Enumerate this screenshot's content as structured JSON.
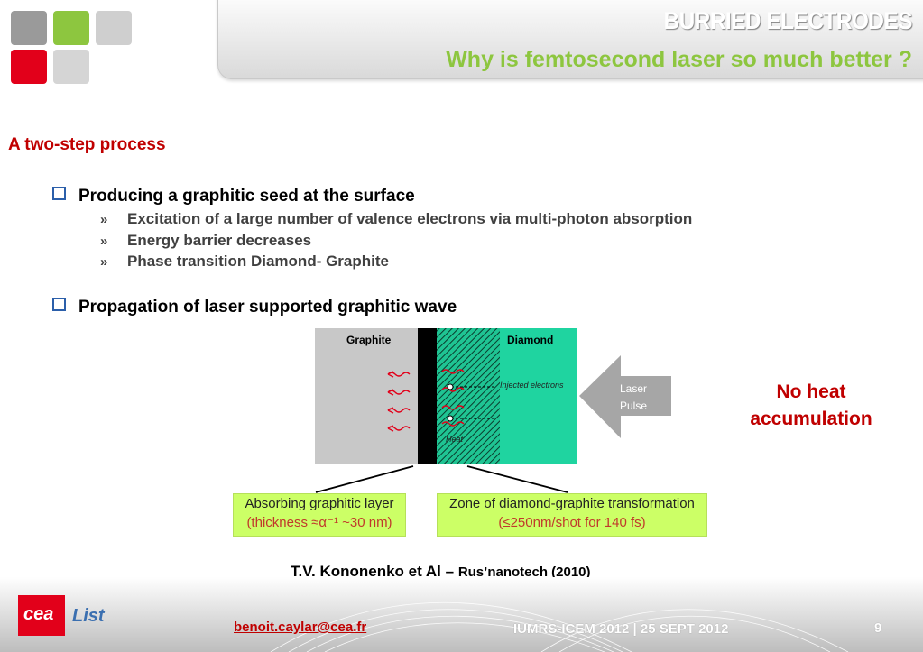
{
  "header": {
    "title": "BURRIED ELECTRODES",
    "subtitle": "Why is femtosecond laser so much better ?"
  },
  "section_title": "A two-step process",
  "bullets": [
    {
      "text": "Producing a graphitic seed at the surface",
      "sub": [
        "Excitation of a large number of valence electrons via multi-photon absorption",
        "Energy barrier decreases",
        "Phase transition Diamond- Graphite"
      ]
    },
    {
      "text": "Propagation of laser supported graphitic wave"
    }
  ],
  "sub_marker": "»",
  "figure": {
    "graphite_label": "Graphite",
    "diamond_label": "Diamond",
    "injected_label": "Injected electrons",
    "heat_label": "Heat",
    "laser_label_1": "Laser",
    "laser_label_2": "Pulse",
    "box_left_line1": "Absorbing graphitic layer",
    "box_left_line2": "(thickness ≈α⁻¹ ~30 nm)",
    "box_right_line1": "Zone of diamond-graphite transformation",
    "box_right_line2": "(≤250nm/shot for 140 fs)",
    "colors": {
      "graphite": "#c8c8c8",
      "diamond": "#1fd4a0",
      "layer": "#000000"
    }
  },
  "callout": {
    "line1": "No heat",
    "line2": "accumulation"
  },
  "citation": {
    "authors": "T.V. Kononenko et Al",
    "dash": "–",
    "source": "Rus’nanotech (2010)"
  },
  "footer": {
    "logo_text_1": "cea",
    "logo_text_2": "List",
    "email": "benoit.caylar@cea.fr",
    "conference": "IUMRS-ICEM 2012 | 25 SEPT 2012",
    "page": "9"
  }
}
